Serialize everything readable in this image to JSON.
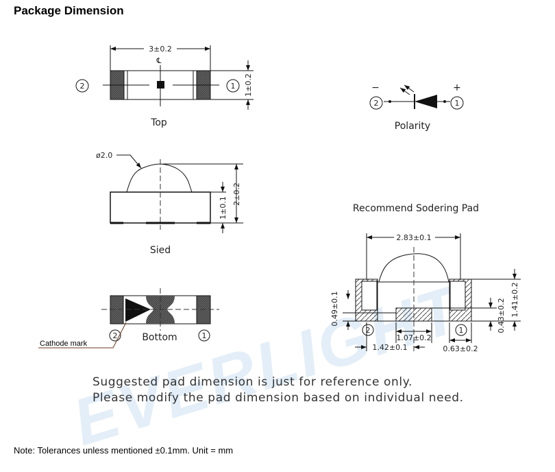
{
  "heading": "Package Dimension",
  "watermark": "EVERLIGHT",
  "top_view": {
    "label": "Top",
    "width_dim": "3±0.2",
    "height_dim": "1±0.2",
    "pin2": "2",
    "pin1": "1",
    "centerline": "℄"
  },
  "polarity": {
    "label": "Polarity",
    "minus": "−",
    "plus": "+",
    "pin2": "2",
    "pin1": "1"
  },
  "side_view": {
    "label": "Sied",
    "lens_dim": "ø2.0",
    "body_height_dim": "1±0.1",
    "total_height_dim": "2±0.2"
  },
  "bottom_view": {
    "label": "Bottom",
    "pin2": "2",
    "pin1": "1",
    "cathode_mark": "Cathode mark"
  },
  "pad": {
    "title": "Recommend Sodering Pad",
    "width_dim": "2.83±0.1",
    "left_dim": "0.49±0.1",
    "center_height_dim": "0.43±0.2",
    "total_height_dim": "1.41±0.2",
    "center_width_dim": "1.07±0.2",
    "pitch_dim": "1.42±0.1",
    "pad_width_dim": "0.63±0.2",
    "pin2": "2",
    "pin1": "1"
  },
  "suggestion": [
    "Suggested pad dimension is just for reference only.",
    "Please modify the pad dimension based on individual need."
  ],
  "note": "Note: Tolerances unless mentioned ±0.1mm. Unit = mm",
  "colors": {
    "watermark": "#e3eef8",
    "pad": "#555555"
  }
}
